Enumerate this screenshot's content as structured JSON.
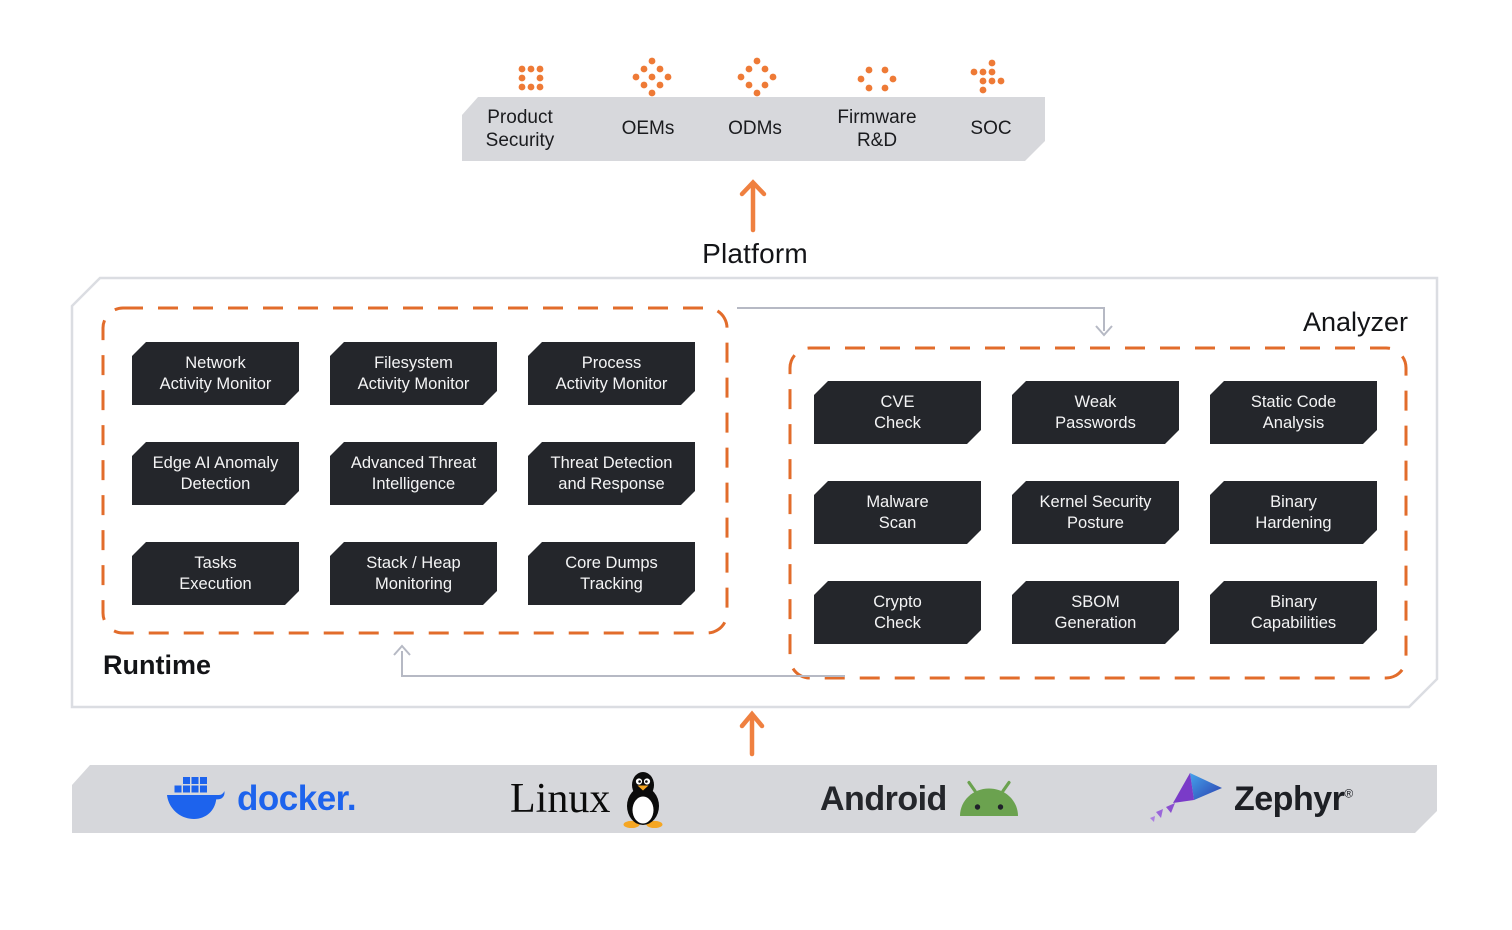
{
  "platform_label": "Platform",
  "platform_bar": {
    "items": [
      {
        "label": "Product Security",
        "icon": "dots-square-icon"
      },
      {
        "label": "OEMs",
        "icon": "dots-diamond-filled-icon"
      },
      {
        "label": "ODMs",
        "icon": "dots-diamond-icon"
      },
      {
        "label": "Firmware R&D",
        "icon": "dots-brackets-icon"
      },
      {
        "label": "SOC",
        "icon": "dots-arrow-icon"
      }
    ]
  },
  "runtime": {
    "label": "Runtime",
    "modules": [
      {
        "label": [
          "Network",
          "Activity Monitor"
        ]
      },
      {
        "label": [
          "Filesystem",
          "Activity Monitor"
        ]
      },
      {
        "label": [
          "Process",
          "Activity Monitor"
        ]
      },
      {
        "label": [
          "Edge AI Anomaly",
          "Detection"
        ]
      },
      {
        "label": [
          "Advanced Threat",
          "Intelligence"
        ]
      },
      {
        "label": [
          "Threat Detection",
          "and Response"
        ]
      },
      {
        "label": [
          "Tasks",
          "Execution"
        ]
      },
      {
        "label": [
          "Stack / Heap",
          "Monitoring"
        ]
      },
      {
        "label": [
          "Core Dumps",
          "Tracking"
        ]
      }
    ]
  },
  "analyzer": {
    "label": "Analyzer",
    "modules": [
      {
        "label": [
          "CVE",
          "Check"
        ]
      },
      {
        "label": [
          "Weak",
          "Passwords"
        ]
      },
      {
        "label": [
          "Static Code",
          "Analysis"
        ]
      },
      {
        "label": [
          "Malware",
          "Scan"
        ]
      },
      {
        "label": [
          "Kernel Security",
          "Posture"
        ]
      },
      {
        "label": [
          "Binary",
          "Hardening"
        ]
      },
      {
        "label": [
          "Crypto",
          "Check"
        ]
      },
      {
        "label": [
          "SBOM",
          "Generation"
        ]
      },
      {
        "label": [
          "Binary",
          "Capabilities"
        ]
      }
    ]
  },
  "os_bar": {
    "logos": [
      {
        "name": "Docker",
        "wordmark": "docker."
      },
      {
        "name": "Linux",
        "wordmark": "Linux"
      },
      {
        "name": "Android",
        "wordmark": "Android"
      },
      {
        "name": "Zephyr",
        "wordmark": "Zephyr",
        "reg": "®"
      }
    ]
  },
  "colors": {
    "accent_orange_dots": "#ee7a36",
    "dash_orange": "#e26c2b",
    "arrow_orange": "#ef8040",
    "module_bg": "#24262b",
    "module_text": "#f4f4f5",
    "bar_bg": "#d7d8dc",
    "container_border": "#dbdde2",
    "connector_gray": "#b6b9c4",
    "docker_blue": "#1d63ed",
    "android_green": "#6ba24f",
    "text_dark": "#1a1b1e"
  }
}
